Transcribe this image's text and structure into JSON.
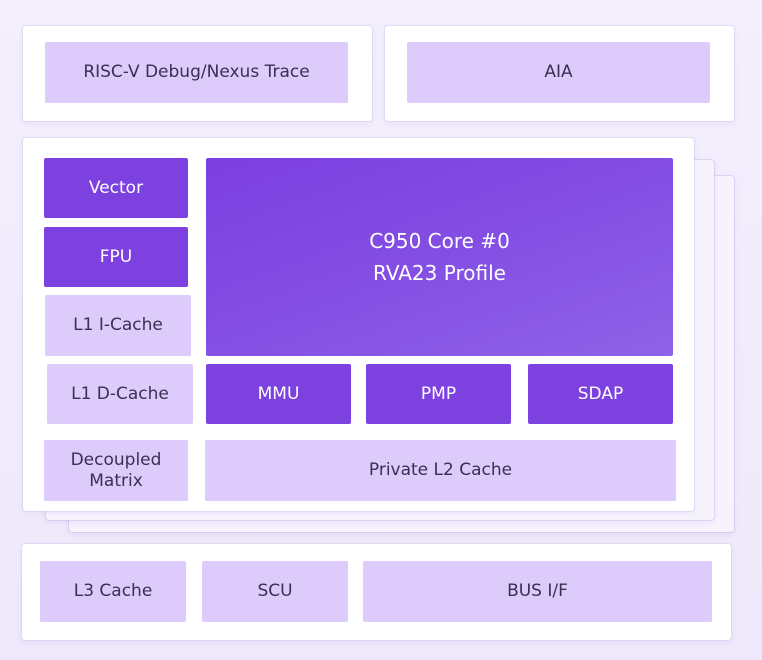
{
  "top": {
    "debug_label": "RISC-V Debug/Nexus Trace",
    "aia_label": "AIA"
  },
  "core": {
    "vector_label": "Vector",
    "fpu_label": "FPU",
    "l1_icache_label": "L1 I-Cache",
    "l1_dcache_label": "L1 D-Cache",
    "matrix_line1": "Decoupled",
    "matrix_line2": "Matrix",
    "core_title": "C950 Core #0",
    "core_profile": "RVA23 Profile",
    "mmu_label": "MMU",
    "pmp_label": "PMP",
    "sdap_label": "SDAP",
    "l2_label": "Private L2 Cache"
  },
  "bottom": {
    "l3_label": "L3 Cache",
    "scu_label": "SCU",
    "bus_label": "BUS I/F"
  },
  "colors": {
    "light_block": "#dccbfb",
    "dark_block": "#7d41e0",
    "background": "#f1ecfb"
  }
}
